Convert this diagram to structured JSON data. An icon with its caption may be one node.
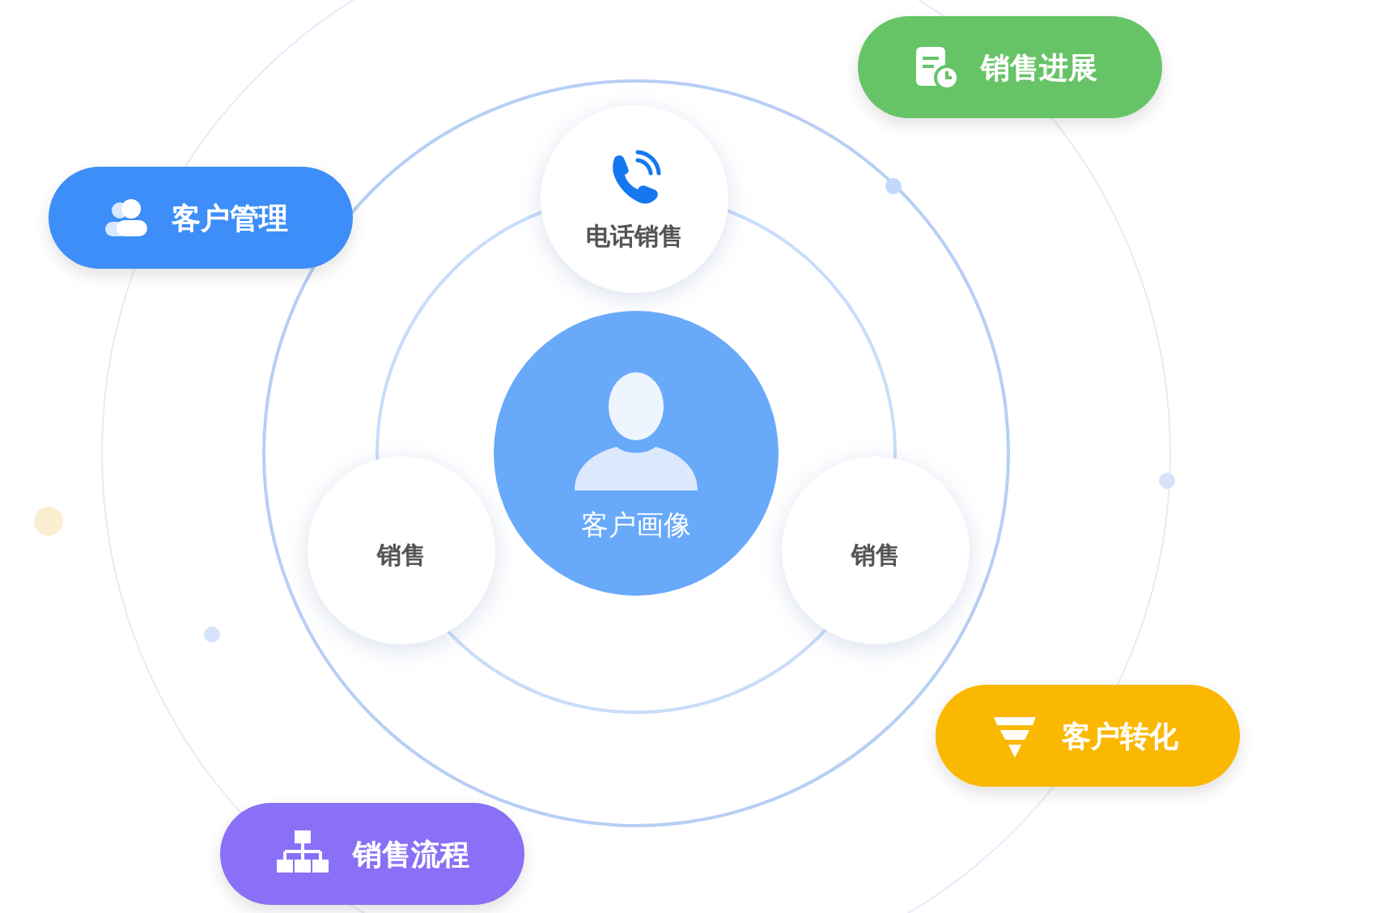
{
  "diagram": {
    "nodes": [
      {
        "text": [
          "销售进展"
        ]
      },
      {
        "text": [
          "客户管理"
        ]
      },
      {
        "text": [
          "电话销售"
        ]
      },
      {
        "text": [
          "客户画像"
        ]
      },
      {
        "text": [
          "销售"
        ]
      },
      {
        "text": [
          "销售"
        ]
      },
      {
        "text": [
          "客户转化"
        ]
      },
      {
        "text": [
          "销售流程"
        ]
      }
    ]
  }
}
